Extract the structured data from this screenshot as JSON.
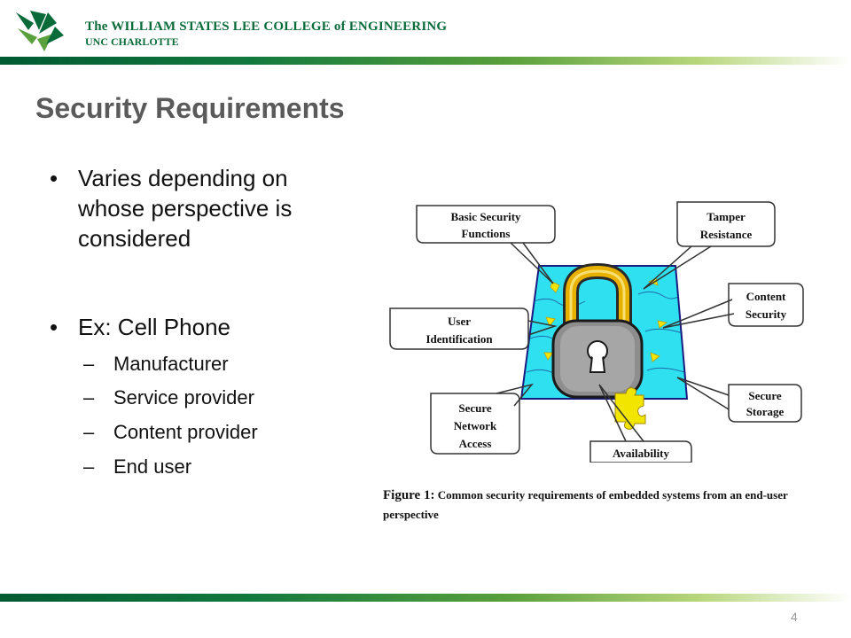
{
  "header": {
    "institution_line1": "The WILLIAM STATES LEE COLLEGE of ENGINEERING",
    "institution_line2": "UNC CHARLOTTE"
  },
  "slide": {
    "title": "Security Requirements",
    "bullets": [
      {
        "text": "Varies depending on whose perspective is considered"
      },
      {
        "text": "Ex: Cell Phone",
        "subitems": [
          "Manufacturer",
          "Service provider",
          "Content provider",
          "End user"
        ]
      }
    ],
    "bullet_char": "•",
    "dash_char": "–",
    "page_number": "4"
  },
  "figure": {
    "labels": {
      "basic_security_1": "Basic Security",
      "basic_security_2": "Functions",
      "tamper_1": "Tamper",
      "tamper_2": "Resistance",
      "content_security_1": "Content",
      "content_security_2": "Security",
      "user_id_1": "User",
      "user_id_2": "Identification",
      "secure_storage_1": "Secure",
      "secure_storage_2": "Storage",
      "secure_network_1": "Secure",
      "secure_network_2": "Network",
      "secure_network_3": "Access",
      "availability": "Availability"
    },
    "caption_label": "Figure 1:",
    "caption_text": "Common security requirements of embedded systems from an end-user perspective",
    "colors": {
      "puzzle": "#2fe0f0",
      "lock_gold": "#e8b100",
      "lock_body": "#8e8e8e",
      "burst": "#f2e600"
    }
  },
  "colors": {
    "brand_green": "#0a6b3a",
    "title_gray": "#5a5a5a"
  }
}
